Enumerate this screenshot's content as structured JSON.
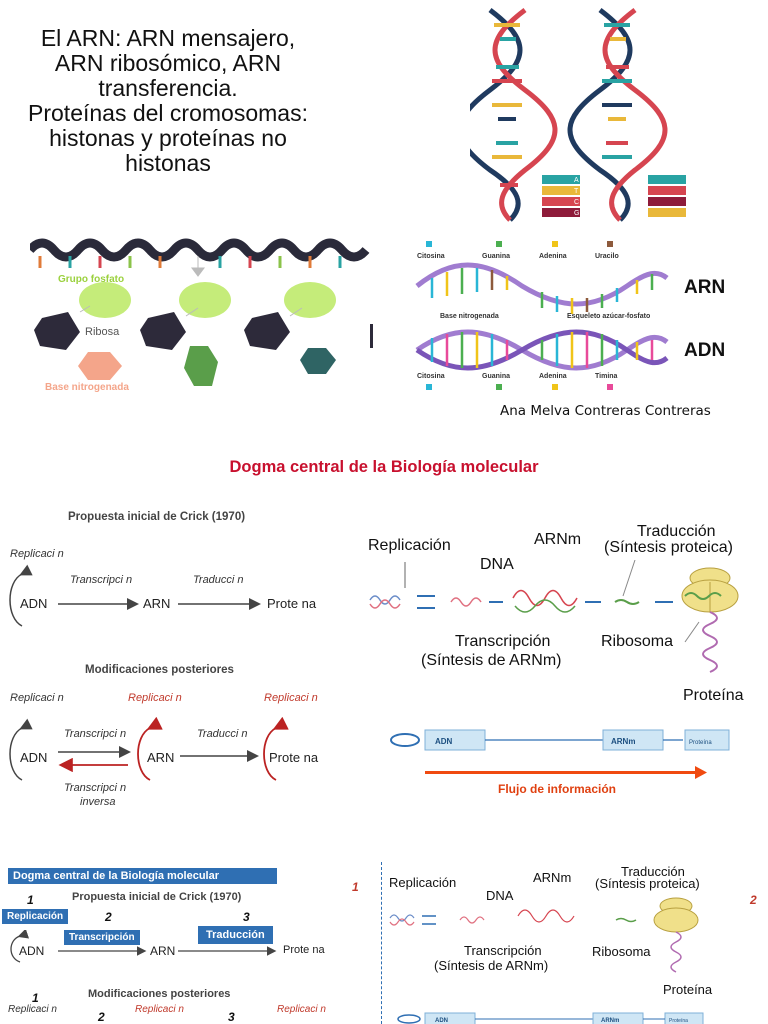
{
  "title_lines": [
    "El ARN: ARN mensajero,",
    "ARN ribosómico, ARN",
    "transferencia.",
    "Proteínas del cromosomas:",
    "histonas y proteínas no",
    "histonas"
  ],
  "author": "Ana Melva Contreras Contreras",
  "nucleotide_diagram": {
    "phosphate": "Grupo fosfato",
    "ribose": "Ribosa",
    "base": "Base nitrogenada"
  },
  "helix_letters": [
    "A",
    "T",
    "C",
    "G"
  ],
  "arn_adn_diagram": {
    "top_labels": [
      "Citosina",
      "Guanina",
      "Adenina",
      "Uracilo"
    ],
    "bottom_labels": [
      "Citosina",
      "Guanina",
      "Adenina",
      "Timina"
    ],
    "mid_left": "Base nitrogenada",
    "mid_right": "Esqueleto azúcar-fosfato",
    "arn": "ARN",
    "adn": "ADN"
  },
  "dogma_title": "Dogma central de la Biología molecular",
  "crick": {
    "heading": "Propuesta inicial de Crick (1970)",
    "replicacion": "Replicaci n",
    "transcripcion": "Transcripci n",
    "traduccion": "Traducci n",
    "adn": "ADN",
    "arn": "ARN",
    "proteina": "Prote na",
    "mods_heading": "Modificaciones posteriores",
    "transcripcion_inversa_1": "Transcripci n",
    "transcripcion_inversa_2": "inversa"
  },
  "process": {
    "replicacion": "Replicación",
    "dna": "DNA",
    "arnm": "ARNm",
    "traduccion": "Traducción",
    "sintesis_proteica": "(Síntesis proteica)",
    "transcripcion": "Transcripción",
    "sintesis_arnm": "(Síntesis de ARNm)",
    "ribosoma": "Ribosoma",
    "proteina": "Proteína"
  },
  "flow": {
    "adn": "ADN",
    "arnm": "ARNm",
    "proteina": "Proteína",
    "label": "Flujo de información"
  },
  "bottom": {
    "band_title": "Dogma central de la Biología molecular",
    "crick_heading": "Propuesta inicial de Crick (1970)",
    "replicacion_box": "Replicación",
    "transcripcion_box": "Transcripción",
    "traduccion_box": "Traducción",
    "n1": "1",
    "n2": "2",
    "n3": "3",
    "adn": "ADN",
    "arn": "ARN",
    "proteina": "Prote na",
    "mods": "Modificaciones posteriores",
    "rep1": "Replicaci n",
    "rep2": "Replicaci n",
    "rep3": "Replicaci n",
    "red1": "1",
    "red2": "2"
  },
  "colors": {
    "accent_red": "#c8102e",
    "band_blue": "#2f6fb3",
    "flow_orange": "#e04010"
  }
}
